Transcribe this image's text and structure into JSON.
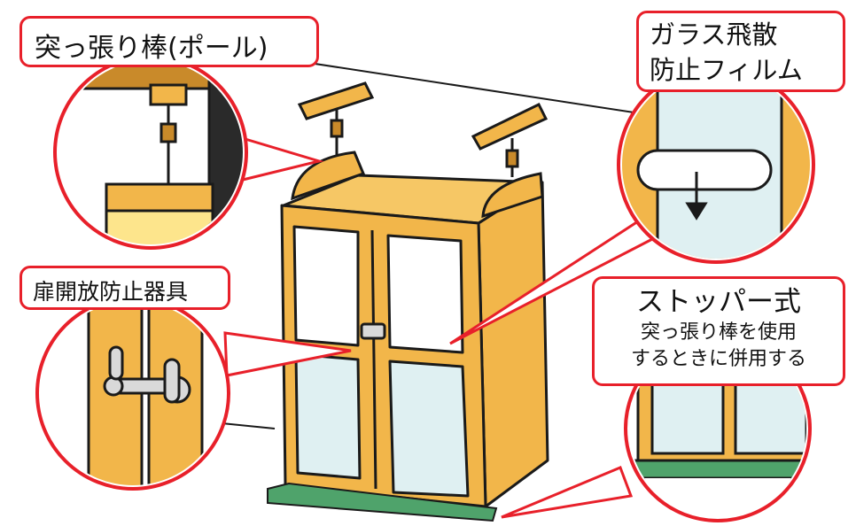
{
  "callouts": {
    "pole": "突っ張り棒(ポール)",
    "film_line1": "ガラス飛散",
    "film_line2": "防止フィルム",
    "latch": "扉開放防止器具",
    "stopper_main": "ストッパー式",
    "stopper_note1": "突っ張り棒を使用",
    "stopper_note2": "するときに併用する"
  },
  "colors": {
    "wood": "#f2b64a",
    "wood_dark": "#c98a2a",
    "glass": "#dff0f2",
    "callout_border": "#e8202a",
    "mat": "#4fa36b",
    "outline": "#1a1a1a"
  }
}
